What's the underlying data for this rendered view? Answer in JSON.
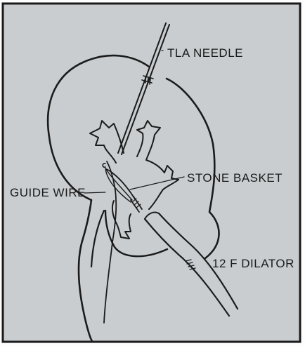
{
  "labels": {
    "needle": "TLA NEEDLE",
    "basket": "STONE BASKET",
    "wire": "GUIDE WIRE",
    "dilator": "12 F DILATOR"
  },
  "colors": {
    "panel": "#c9cdd0",
    "ink": "#1b1b1b",
    "frame": "#1a1a1a"
  }
}
